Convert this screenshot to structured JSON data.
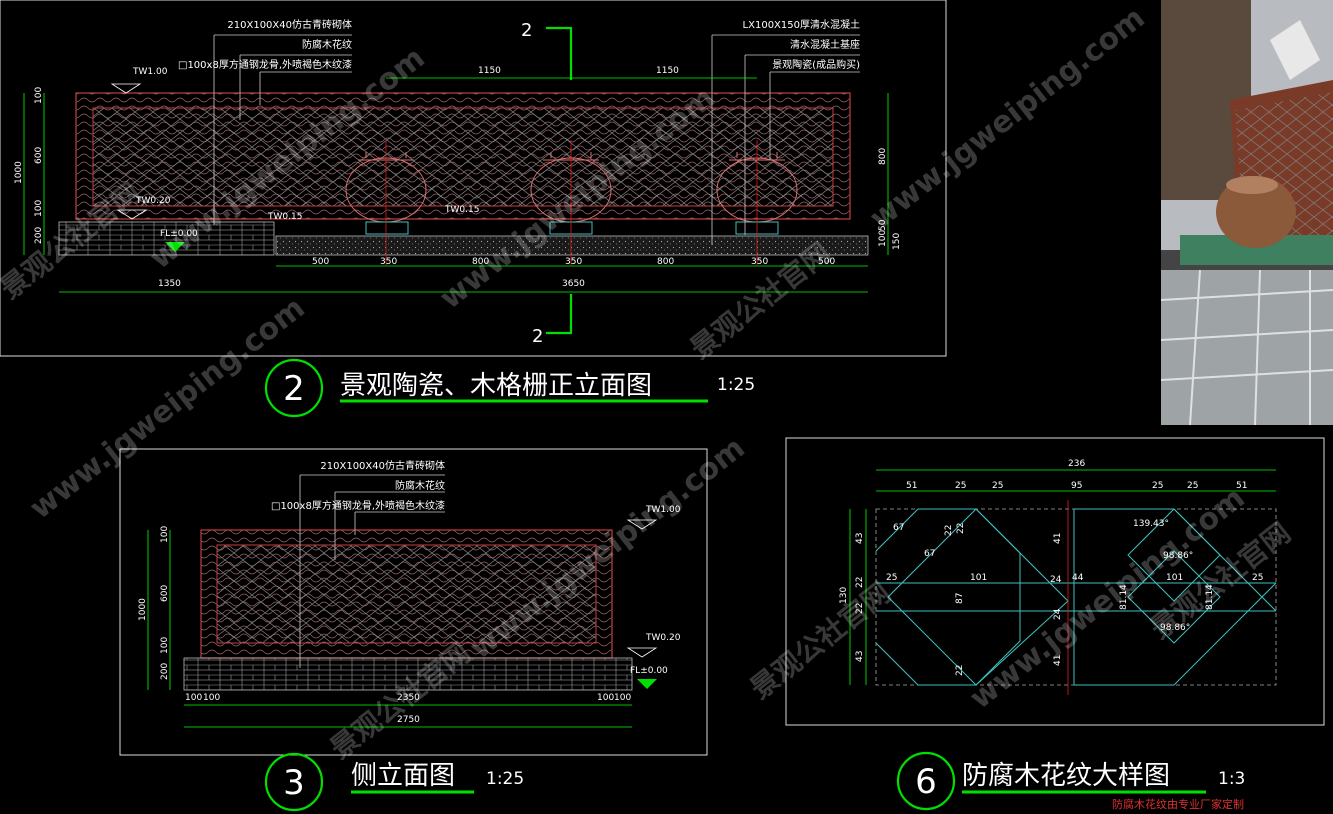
{
  "views": {
    "front": {
      "number": "2",
      "title": "景观陶瓷、木格栅正立面图",
      "scale": "1:25",
      "section_mark": "2",
      "notes_left": [
        "210X100X40仿古青砖砌体",
        "防腐木花纹",
        "□100x8厚方通钢龙骨,外喷褐色木纹漆"
      ],
      "notes_right": [
        "LX100X150厚清水混凝土",
        "清水混凝土基座",
        "景观陶瓷(成品购买)"
      ],
      "levels": [
        "TW1.00",
        "TW0.20",
        "TW0.15",
        "TW0.15",
        "FL±0.00"
      ],
      "dims_top": [
        "1150",
        "1150"
      ],
      "dims_left": [
        "100",
        "600",
        "100",
        "200",
        "1000"
      ],
      "dims_right": [
        "800",
        "50",
        "100",
        "150"
      ],
      "dims_bottom_row1": [
        "500",
        "350",
        "800",
        "350",
        "800",
        "350",
        "500"
      ],
      "dims_bottom_row2": [
        "1350",
        "3650"
      ]
    },
    "side": {
      "number": "3",
      "title": "侧立面图",
      "scale": "1:25",
      "notes": [
        "210X100X40仿古青砖砌体",
        "防腐木花纹",
        "□100x8厚方通钢龙骨,外喷褐色木纹漆"
      ],
      "levels": [
        "TW1.00",
        "TW0.20",
        "FL±0.00"
      ],
      "dims_left": [
        "100",
        "600",
        "100",
        "200",
        "1000"
      ],
      "dims_bottom_row1": [
        "100",
        "100",
        "2350",
        "100",
        "100"
      ],
      "dims_bottom_row2": [
        "2750"
      ]
    },
    "detail": {
      "number": "6",
      "title": "防腐木花纹大样图",
      "scale": "1:3",
      "note": "防腐木花纹由专业厂家定制",
      "dims_top_total": "236",
      "dims_top": [
        "51",
        "25",
        "25",
        "95",
        "25",
        "25",
        "51"
      ],
      "dims_left": [
        "43",
        "22",
        "22",
        "43",
        "130"
      ],
      "inner": [
        "67",
        "67",
        "22",
        "22",
        "41",
        "41",
        "25",
        "101",
        "24",
        "44",
        "101",
        "25",
        "87",
        "24",
        "22",
        "81.14",
        "81.14"
      ],
      "angles": [
        "139.43°",
        "98.86°",
        "98.86°"
      ]
    }
  },
  "watermarks": [
    "www.jgweiping.com",
    "景观公社官网"
  ],
  "colors": {
    "cad_green": "#00e000",
    "dim_green": "#00ff00",
    "frame_red": "#c04040",
    "cyan": "#40c0c0"
  }
}
